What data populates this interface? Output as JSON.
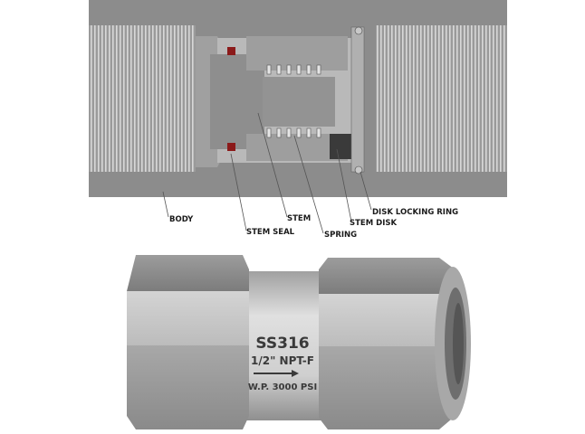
{
  "diagram": {
    "labels": {
      "body": "BODY",
      "stem_seal": "STEM SEAL",
      "stem": "STEM",
      "spring": "SPRING",
      "stem_disk": "STEM DISK",
      "disk_locking_ring": "DISK LOCKING RING"
    },
    "fitting_marking": {
      "material": "SS316",
      "size": "1/2\" NPT-F",
      "pressure": "W.P. 3000 PSI"
    },
    "colors": {
      "body_section": "#8c8c8c",
      "seal": "#8b1a1a",
      "steel": "#b5b5b5"
    }
  }
}
